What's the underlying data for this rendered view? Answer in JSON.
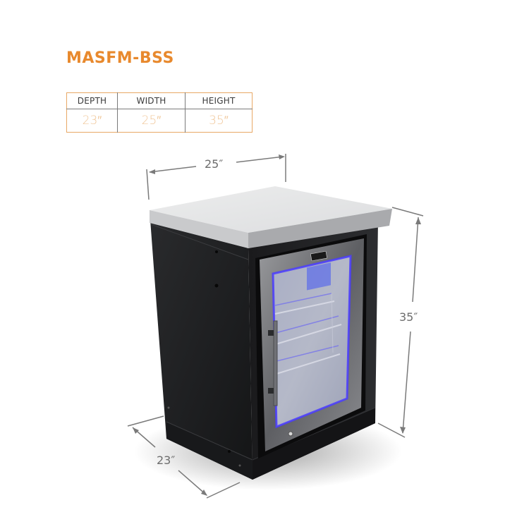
{
  "product": {
    "model": "MASFM-BSS",
    "accent_color": "#e8892d"
  },
  "spec_table": {
    "headers": [
      "DEPTH",
      "WIDTH",
      "HEIGHT"
    ],
    "values": [
      "23″",
      "25″",
      "35″"
    ]
  },
  "dimensions": {
    "width_label": "25″",
    "height_label": "35″",
    "depth_label": "23″"
  },
  "image": {
    "subject": "black outdoor kitchen cabinet with stainless-framed glass-door beverage refrigerator and light gray countertop",
    "light_color": "#4a3cff"
  }
}
